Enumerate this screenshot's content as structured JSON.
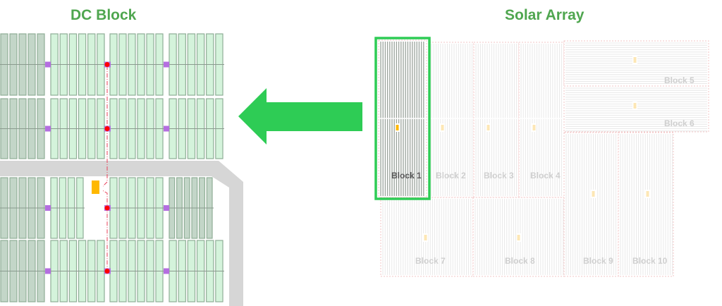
{
  "titles": {
    "left": "DC Block",
    "right": "Solar Array"
  },
  "blocks": [
    {
      "label": "Block 1",
      "selected": true
    },
    {
      "label": "Block 2",
      "selected": false
    },
    {
      "label": "Block 3",
      "selected": false
    },
    {
      "label": "Block 4",
      "selected": false
    },
    {
      "label": "Block 5",
      "selected": false
    },
    {
      "label": "Block 6",
      "selected": false
    },
    {
      "label": "Block 7",
      "selected": false
    },
    {
      "label": "Block 8",
      "selected": false
    },
    {
      "label": "Block 9",
      "selected": false
    },
    {
      "label": "Block 10",
      "selected": false
    }
  ],
  "colors": {
    "accent": "#2ecc55",
    "title": "#4fa64f",
    "panel_light": "#d4f3db",
    "panel_dark": "#c3d6c8",
    "combiner": "#b46ee0",
    "node": "#ff0000",
    "inverter": "#ffb800",
    "road": "#d6d6d6"
  }
}
